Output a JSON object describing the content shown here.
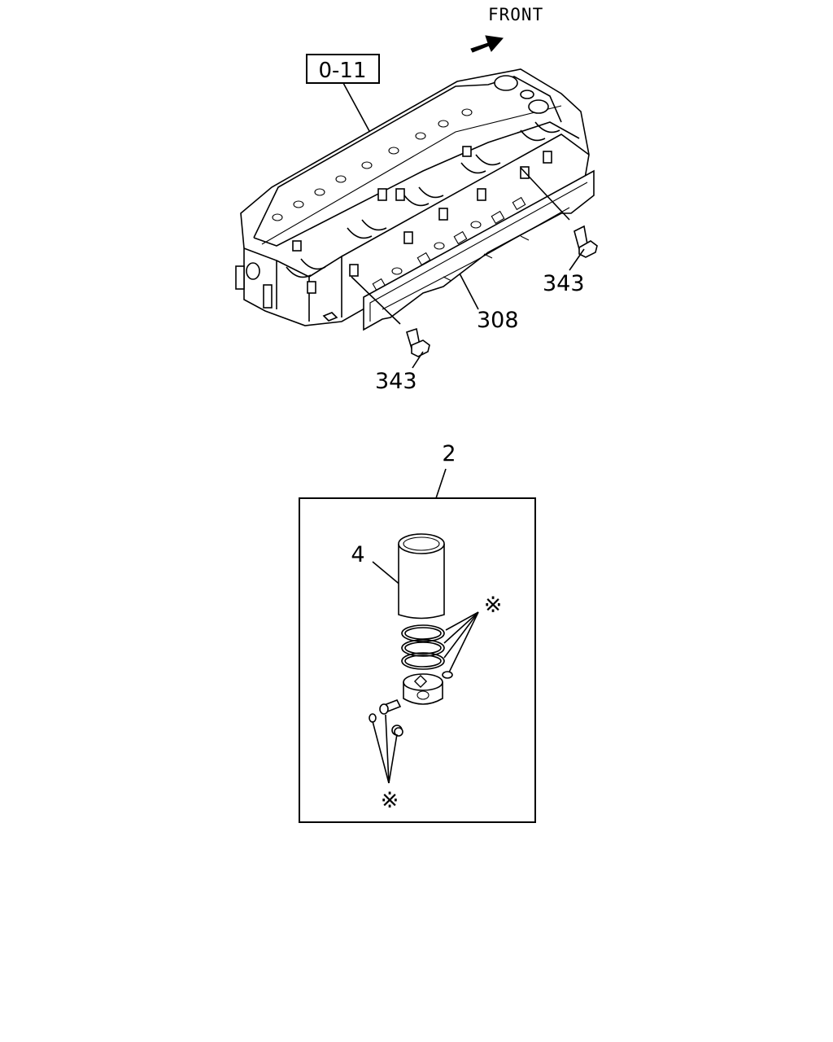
{
  "diagram": {
    "direction_label": "FRONT",
    "reference_box_label": "0-11",
    "callouts": {
      "gasket": "308",
      "bolt_right": "343",
      "bolt_left": "343",
      "kit": "2",
      "sleeve": "4",
      "mark_upper": "※",
      "mark_lower": "※"
    }
  }
}
